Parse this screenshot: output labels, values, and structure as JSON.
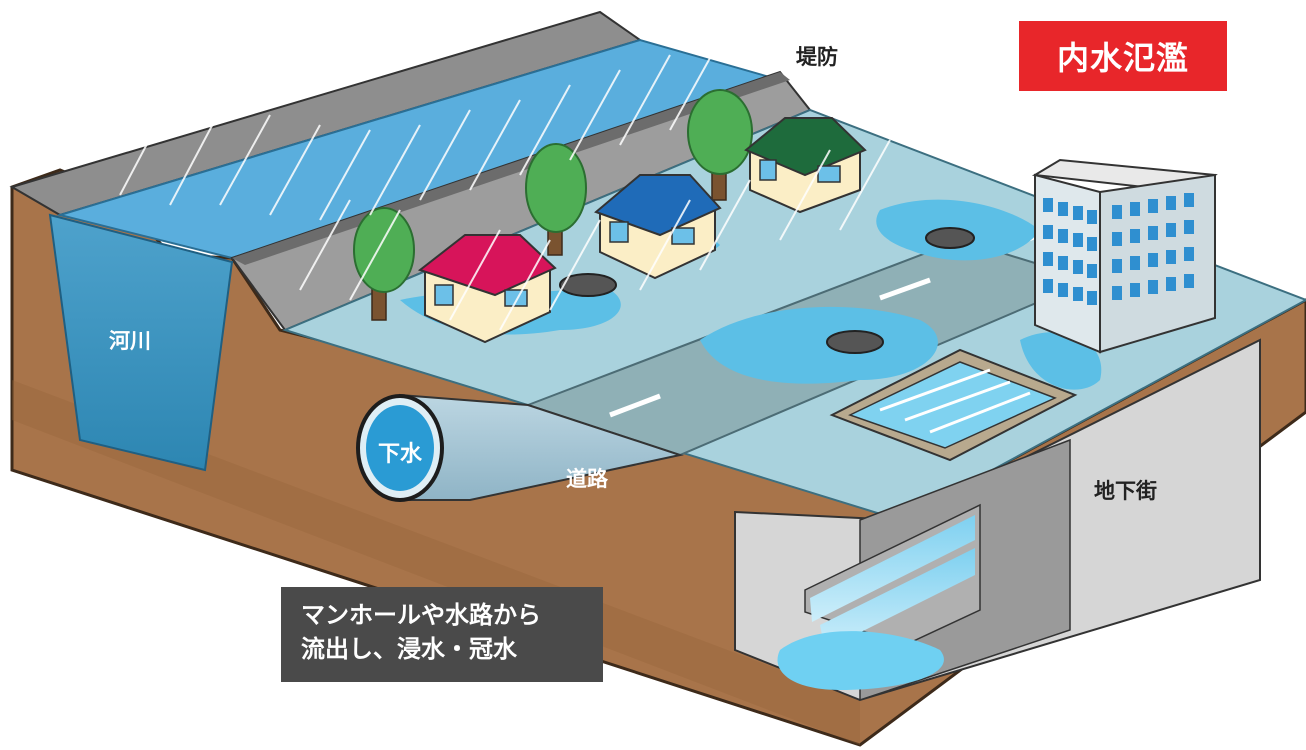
{
  "title": "内水氾濫",
  "labels": {
    "river": "河川",
    "levee": "堤防",
    "sewer": "下水",
    "road": "道路",
    "underground_mall": "地下街"
  },
  "note": {
    "line1": "マンホールや水路から",
    "line2": "流出し、浸水・冠水"
  },
  "colors": {
    "title_badge": "#e8262a",
    "note_box": "#4a4a4a",
    "soil": "#a8744a",
    "water": "#5cbfe6",
    "river_water": "#6fb8d8",
    "levee": "#9a9a9a",
    "ground_top": "#a9d2dd",
    "road": "#8fb0b6",
    "sewer_pipe": "#a6c6d4",
    "sewer_mouth": "#2a9bd4",
    "underground": "#d6d6d6"
  },
  "icons": [
    "rain-lines",
    "tree-icon",
    "house-icon",
    "manhole-icon",
    "building-icon",
    "stairs-icon",
    "sewer-pipe-icon"
  ]
}
